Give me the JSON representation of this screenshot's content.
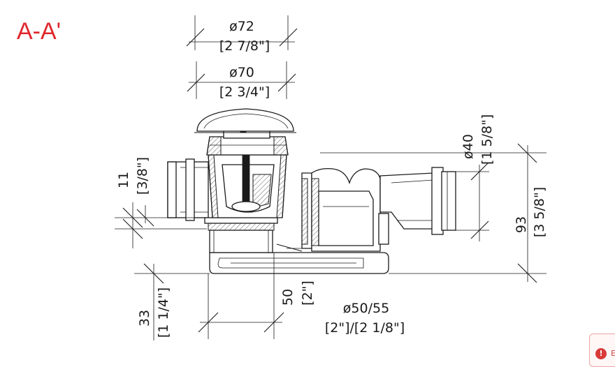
{
  "section_label": "A-A'",
  "dimensions": {
    "top_outer": {
      "metric": "ø72",
      "imperial": "[2 7/8\"]"
    },
    "top_inner": {
      "metric": "ø70",
      "imperial": "[2 3/4\"]"
    },
    "outlet_diameter": {
      "metric": "ø40",
      "imperial": "[1 5/8\"]"
    },
    "total_height": {
      "metric": "93",
      "imperial": "[3 5/8\"]"
    },
    "flange_thickness": {
      "metric": "11",
      "imperial": "[3/8\"]"
    },
    "body_height": {
      "metric": "33",
      "imperial": "[1 1/4\"]"
    },
    "offset": {
      "metric": "50",
      "imperial": "[2\"]"
    },
    "connection_diameter": {
      "metric": "ø50/55",
      "imperial": "[2\"]/[2 1/8\"]"
    }
  },
  "error_tab": {
    "icon": "alert-icon",
    "label": "E"
  },
  "colors": {
    "title": "#e0262b",
    "line": "#1a1a1a"
  }
}
